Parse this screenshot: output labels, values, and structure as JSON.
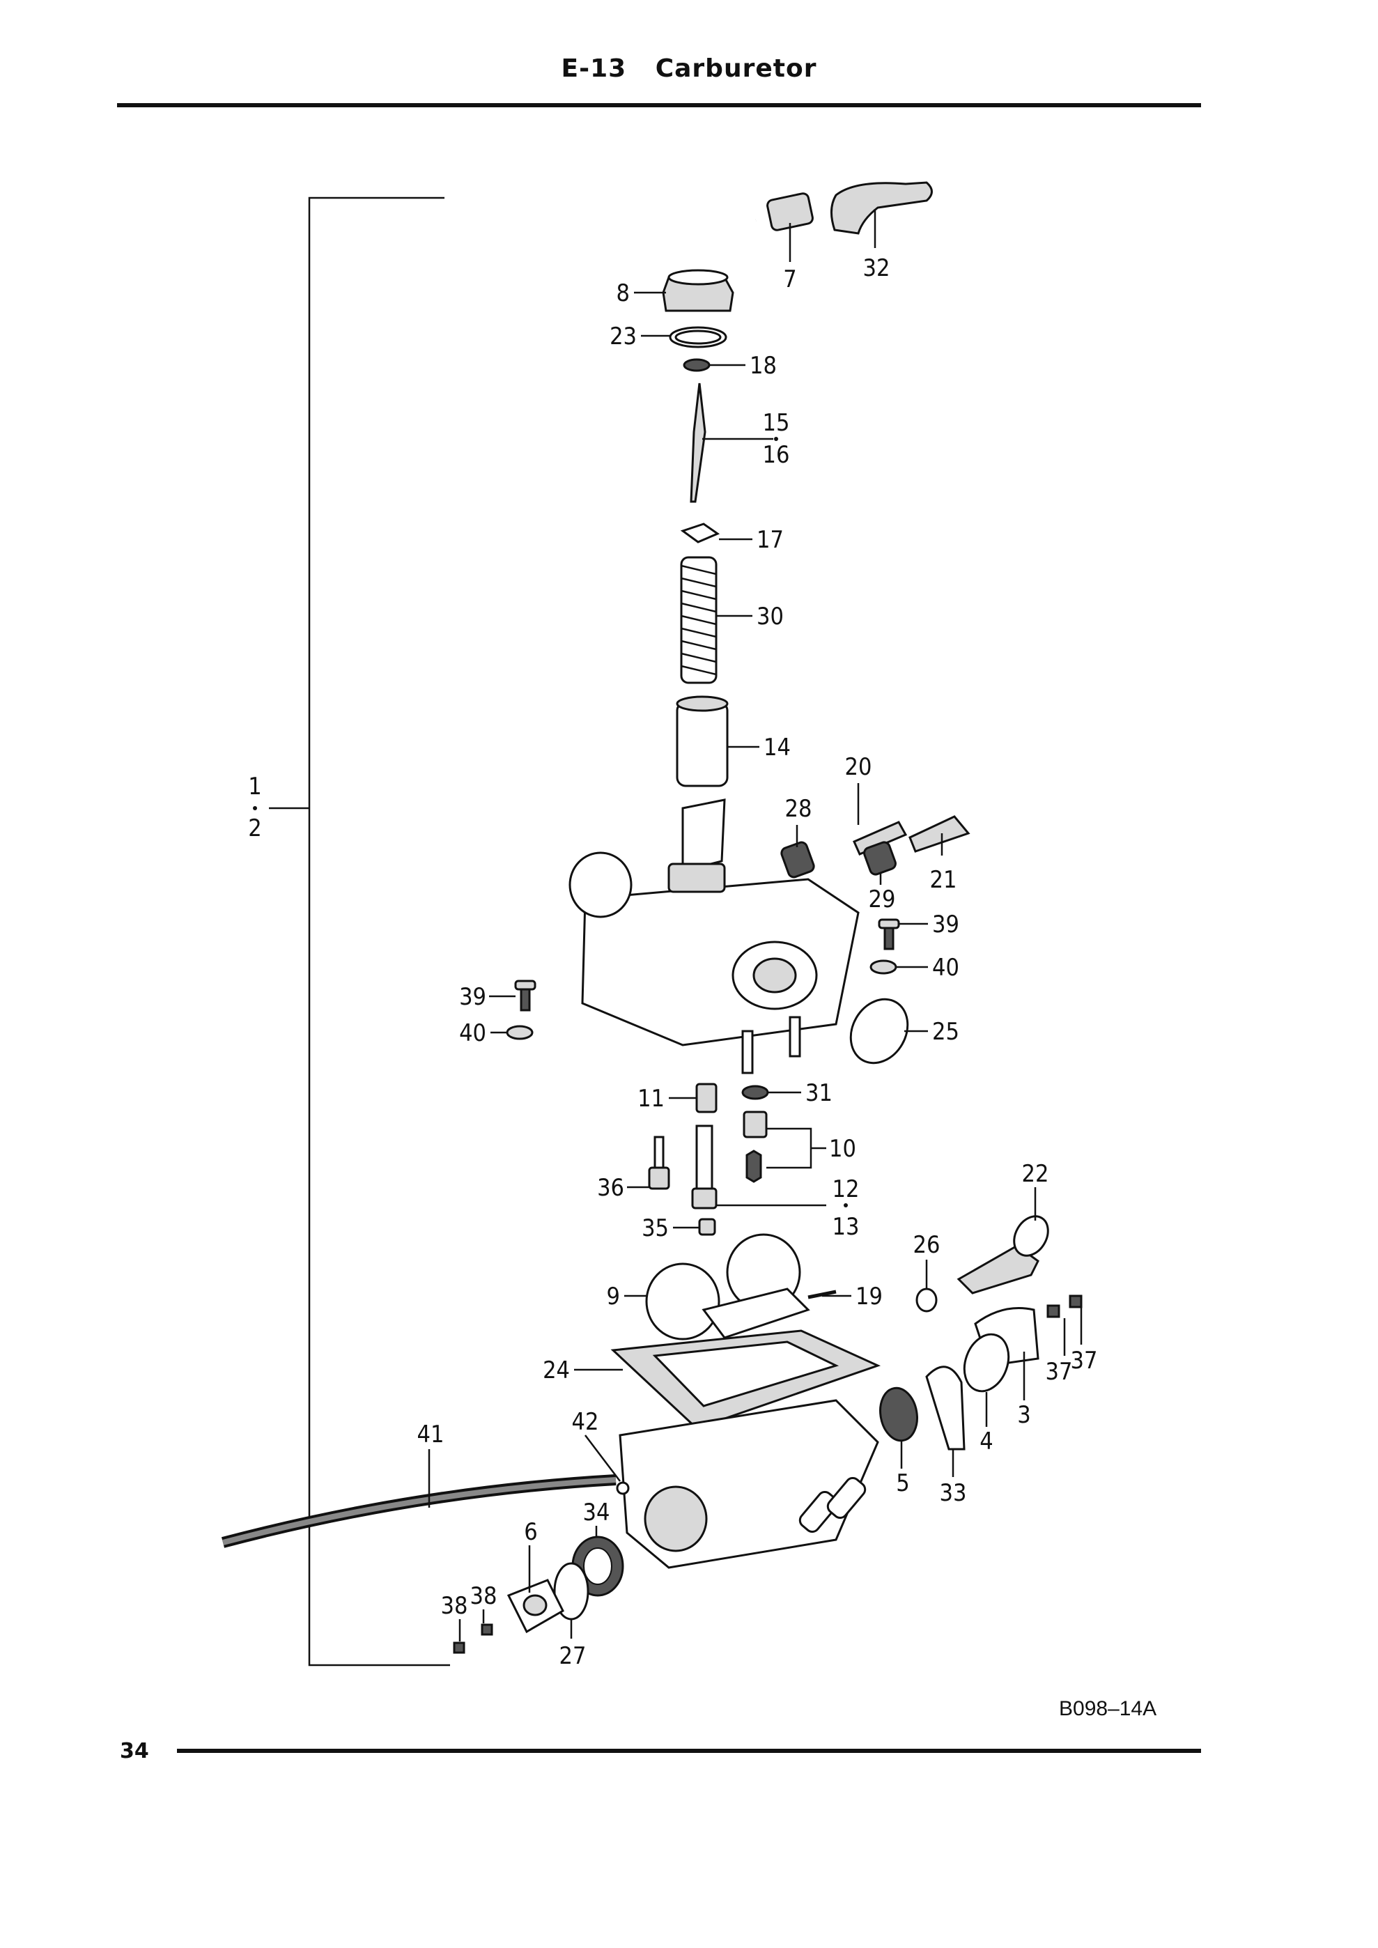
{
  "header": {
    "section_code": "E-13",
    "section_title": "Carburetor"
  },
  "footer": {
    "page_number": "34",
    "diagram_code": "B098–14A"
  },
  "assembly_bracket_labels": [
    "1",
    "2"
  ],
  "part_callouts": [
    {
      "id": "c8",
      "number": "8"
    },
    {
      "id": "c7",
      "number": "7"
    },
    {
      "id": "c32",
      "number": "32"
    },
    {
      "id": "c23",
      "number": "23"
    },
    {
      "id": "c18",
      "number": "18"
    },
    {
      "id": "c15",
      "number": "15"
    },
    {
      "id": "c16",
      "number": "16"
    },
    {
      "id": "c17",
      "number": "17"
    },
    {
      "id": "c30",
      "number": "30"
    },
    {
      "id": "c14",
      "number": "14"
    },
    {
      "id": "c20",
      "number": "20"
    },
    {
      "id": "c28",
      "number": "28"
    },
    {
      "id": "c29",
      "number": "29"
    },
    {
      "id": "c21",
      "number": "21"
    },
    {
      "id": "c39a",
      "number": "39"
    },
    {
      "id": "c40a",
      "number": "40"
    },
    {
      "id": "c39b",
      "number": "39"
    },
    {
      "id": "c40b",
      "number": "40"
    },
    {
      "id": "c25",
      "number": "25"
    },
    {
      "id": "c11",
      "number": "11"
    },
    {
      "id": "c31",
      "number": "31"
    },
    {
      "id": "c10",
      "number": "10"
    },
    {
      "id": "c36",
      "number": "36"
    },
    {
      "id": "c12",
      "number": "12"
    },
    {
      "id": "c13",
      "number": "13"
    },
    {
      "id": "c35",
      "number": "35"
    },
    {
      "id": "c22",
      "number": "22"
    },
    {
      "id": "c26",
      "number": "26"
    },
    {
      "id": "c9",
      "number": "9"
    },
    {
      "id": "c19",
      "number": "19"
    },
    {
      "id": "c37a",
      "number": "37"
    },
    {
      "id": "c37b",
      "number": "37"
    },
    {
      "id": "c24",
      "number": "24"
    },
    {
      "id": "c3",
      "number": "3"
    },
    {
      "id": "c4",
      "number": "4"
    },
    {
      "id": "c5",
      "number": "5"
    },
    {
      "id": "c33",
      "number": "33"
    },
    {
      "id": "c41",
      "number": "41"
    },
    {
      "id": "c42",
      "number": "42"
    },
    {
      "id": "c34",
      "number": "34"
    },
    {
      "id": "c6",
      "number": "6"
    },
    {
      "id": "c38a",
      "number": "38"
    },
    {
      "id": "c38b",
      "number": "38"
    },
    {
      "id": "c27",
      "number": "27"
    }
  ]
}
